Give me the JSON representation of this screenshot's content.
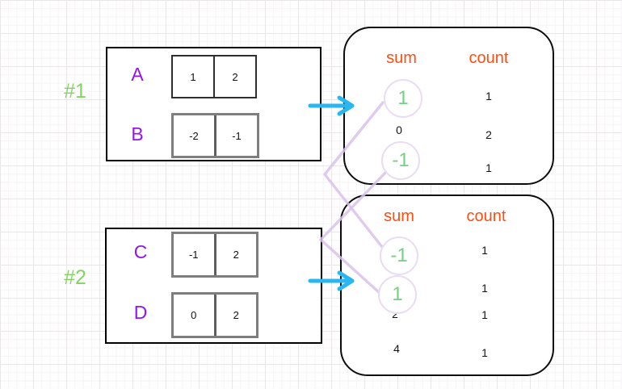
{
  "colors": {
    "green_label": "#85d463",
    "green_sum": "#72d282",
    "purple_array": "#9314f0",
    "orange_header": "#ff4d12",
    "blue_arrow": "#29b7f2",
    "lavender_connector": "#d8c2ea",
    "circle_stroke": "#e9dcf4",
    "cell_border_dark": "#2e2e2e",
    "cell_border_gray": "#7e7e7e"
  },
  "group1": {
    "id": "#1",
    "rows": [
      {
        "label": "A",
        "cells": [
          "1",
          "2"
        ]
      },
      {
        "label": "B",
        "cells": [
          "-2",
          "-1"
        ]
      }
    ],
    "table": {
      "sum_header": "sum",
      "count_header": "count",
      "rows": [
        {
          "sum": "1",
          "count": "1",
          "circled": true
        },
        {
          "sum": "0",
          "count": "2",
          "circled": false
        },
        {
          "sum": "-1",
          "count": "1",
          "circled": true
        }
      ]
    }
  },
  "group2": {
    "id": "#2",
    "rows": [
      {
        "label": "C",
        "cells": [
          "-1",
          "2"
        ]
      },
      {
        "label": "D",
        "cells": [
          "0",
          "2"
        ]
      }
    ],
    "table": {
      "sum_header": "sum",
      "count_header": "count",
      "rows": [
        {
          "sum": "-1",
          "count": "1",
          "circled": true
        },
        {
          "sum": "1",
          "count": "1",
          "circled": true
        },
        {
          "sum": "2",
          "count": "1",
          "circled": false
        },
        {
          "sum": "4",
          "count": "1",
          "circled": false
        }
      ]
    }
  },
  "connectors": [
    {
      "from": "table1 sum 1",
      "to": "table2 sum -1"
    },
    {
      "from": "table1 sum -1",
      "to": "table2 sum 1"
    }
  ]
}
